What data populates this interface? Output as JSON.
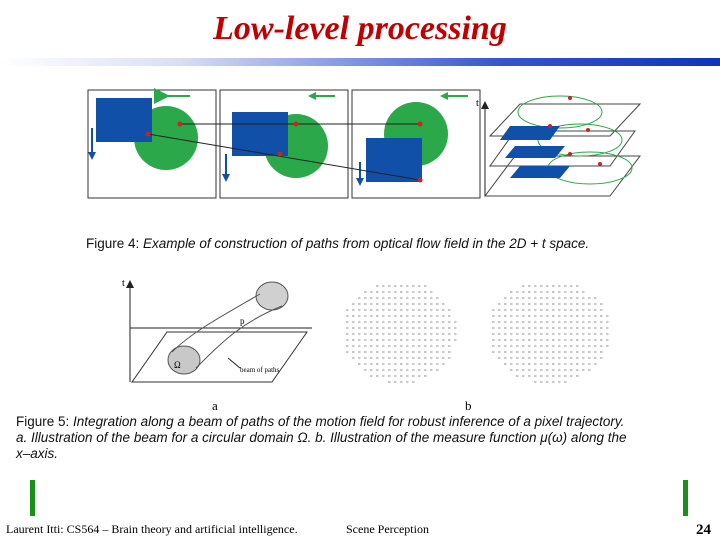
{
  "slide": {
    "title": "Low-level processing",
    "footer_left": "Laurent Itti: CS564 – Brain theory and artificial intelligence.",
    "footer_center": "Scene Perception",
    "page_number": "24"
  },
  "figure4": {
    "t_label": "t",
    "caption_prefix": "Figure 4:",
    "caption_text": "Example of construction of paths from optical flow field in the 2D + t space."
  },
  "figure5": {
    "axis_t": "t",
    "label_p": "p",
    "label_omega": "Ω",
    "label_beam": "beam of paths",
    "label_a": "a",
    "label_b": "b",
    "caption_line1_prefix": "Figure 5:",
    "caption_line1_text": "Integration along a beam of paths of the motion field for robust inference of a pixel trajectory.",
    "caption_line2": "a. Illustration of the beam for a circular domain Ω. b. Illustration of the measure function μ(ω) along the",
    "caption_line3": "x–axis."
  },
  "colors": {
    "title": "#c00000",
    "blue_square": "#1050a8",
    "green_disc": "#2aa84a",
    "red_dot": "#cc2222",
    "accent_bar": "#1a8f1a"
  }
}
